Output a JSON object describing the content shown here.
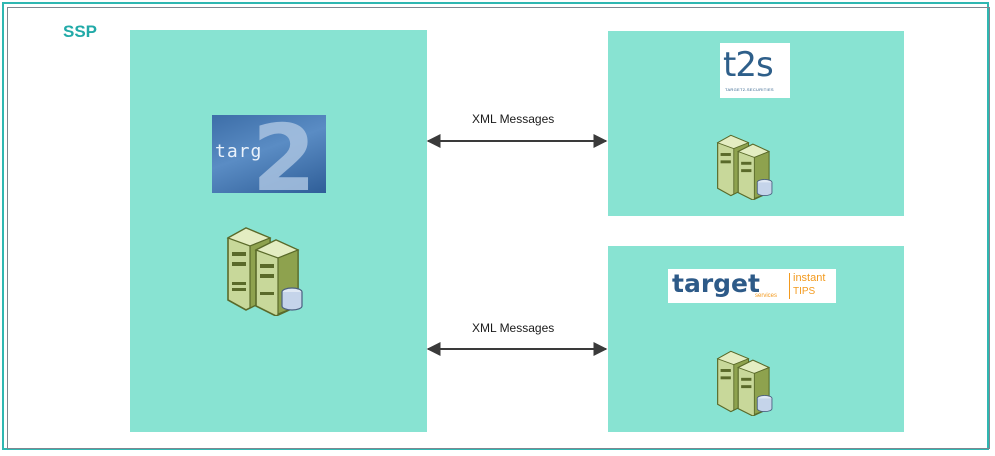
{
  "container": {
    "label": "SSP"
  },
  "nodes": {
    "target2": {
      "logo_text": "targ",
      "logo_digit": "2",
      "icon": "server-database-icon"
    },
    "t2s": {
      "logo_text": "t2s",
      "logo_tagline": "TARGET2-SECURITIES",
      "icon": "server-database-icon"
    },
    "tips": {
      "logo_text": "target",
      "logo_sub": "services",
      "logo_product": "instant",
      "logo_product2": "TIPS",
      "icon": "server-database-icon"
    }
  },
  "connections": [
    {
      "from": "target2",
      "to": "t2s",
      "label": "XML Messages"
    },
    {
      "from": "target2",
      "to": "tips",
      "label": "XML Messages"
    }
  ],
  "colors": {
    "frame": "#2fb7b2",
    "box": "#88e3d2",
    "ssp_label": "#22aaa8",
    "arrow": "#3a3a3a"
  }
}
